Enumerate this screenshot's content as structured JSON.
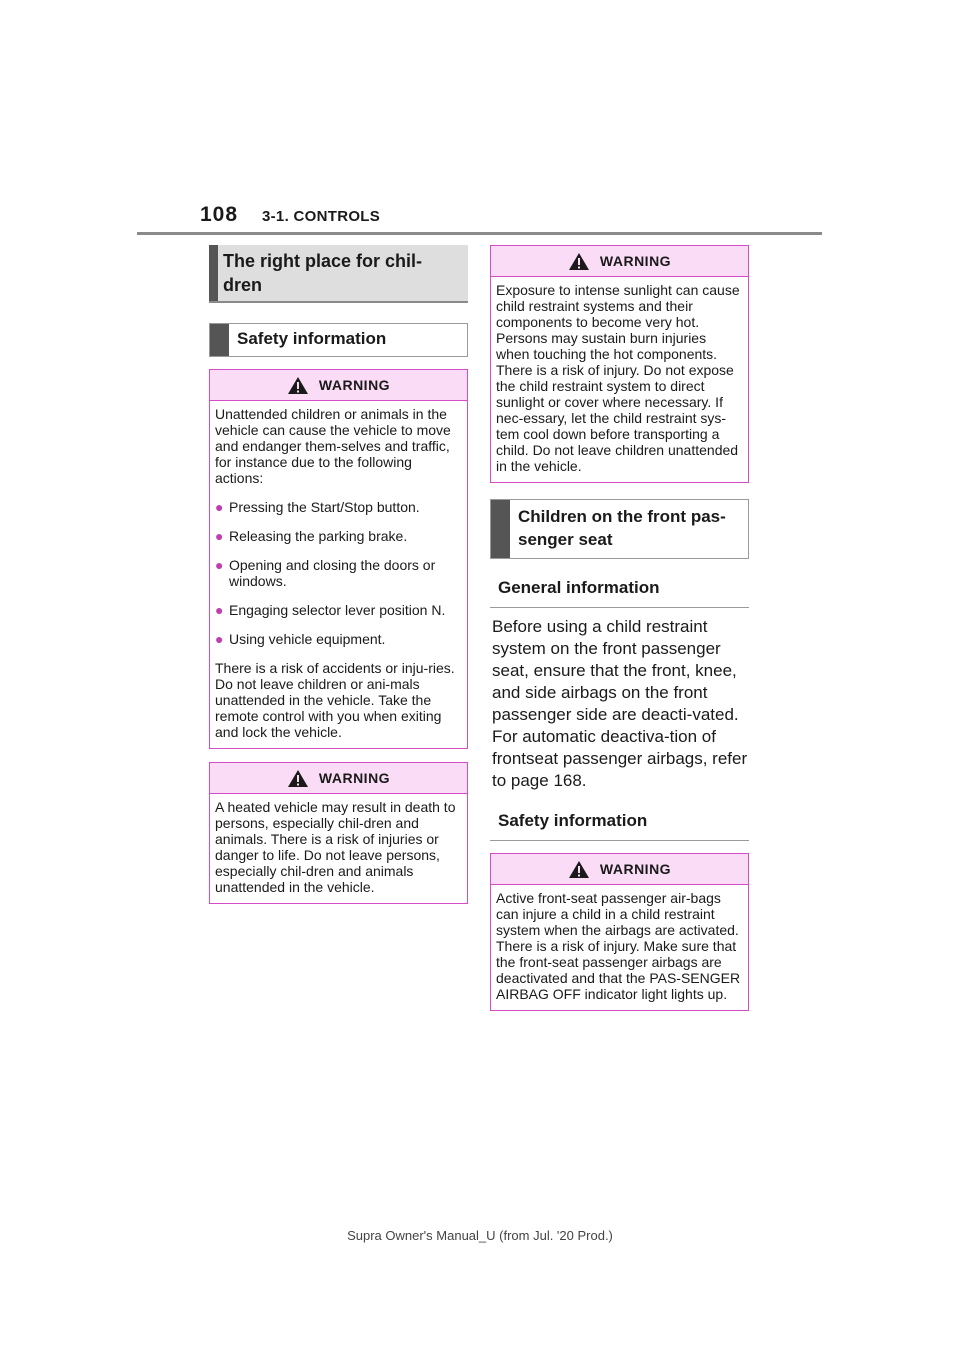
{
  "header": {
    "page_number": "108",
    "section": "3-1. CONTROLS"
  },
  "left": {
    "heading": "The right place for chil-dren",
    "safety_heading": "Safety information",
    "warning1": {
      "label": "WARNING",
      "intro": "Unattended children or animals in the vehicle can cause the vehicle to move and endanger them-selves and traffic, for instance due to the following actions:",
      "bullets": [
        "Pressing the Start/Stop button.",
        "Releasing the parking brake.",
        "Opening and closing the doors or windows.",
        "Engaging selector lever position N.",
        "Using vehicle equipment."
      ],
      "outro": "There is a risk of accidents or inju-ries. Do not leave children or ani-mals unattended in the vehicle. Take the remote control with you when exiting and lock the vehicle."
    },
    "warning2": {
      "label": "WARNING",
      "text": "A heated vehicle may result in death to persons, especially chil-dren and animals. There is a risk of injuries or danger to life. Do not leave persons, especially chil-dren and animals unattended in the vehicle."
    }
  },
  "right": {
    "warning3": {
      "label": "WARNING",
      "text": "Exposure to intense sunlight can cause child restraint systems and their components to become very hot. Persons may sustain burn injuries when touching the hot components. There is a risk of injury. Do not expose the child restraint system to direct sunlight or cover where necessary. If nec-essary, let the child restraint sys-tem cool down before transporting a child. Do not leave children unattended in the vehicle."
    },
    "heading": "Children on the front pas-senger seat",
    "general_heading": "General information",
    "general_text": "Before using a child restraint system on the front passenger seat, ensure that the front, knee, and side airbags on the front passenger side are deacti-vated. For automatic deactiva-tion of frontseat passenger airbags, refer to page 168.",
    "safety_heading": "Safety information",
    "warning4": {
      "label": "WARNING",
      "text": "Active front-seat passenger air-bags can injure a child in a child restraint system when the airbags are activated. There is a risk of injury. Make sure that the front-seat passenger airbags are deactivated and that the PAS-SENGER AIRBAG OFF indicator light lights up."
    }
  },
  "footer": {
    "text": "Supra Owner's Manual_U (from Jul. '20 Prod.)"
  }
}
